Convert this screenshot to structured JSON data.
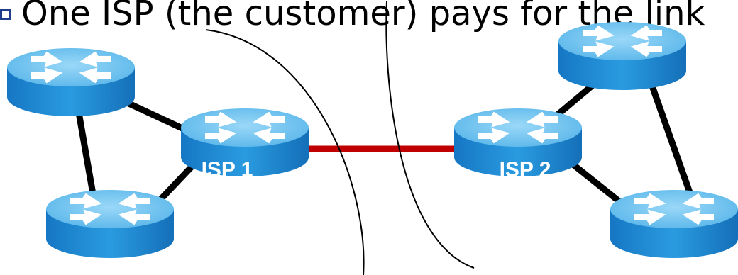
{
  "bullet": {
    "text": "One ISP (the customer) pays for the link",
    "icon": "square-bullet-icon"
  },
  "routers": [
    {
      "id": "r-left-top",
      "label": ""
    },
    {
      "id": "r-left-bottom",
      "label": ""
    },
    {
      "id": "r-isp1",
      "label": "ISP 1"
    },
    {
      "id": "r-isp2",
      "label": "ISP 2"
    },
    {
      "id": "r-right-top",
      "label": ""
    },
    {
      "id": "r-right-bottom",
      "label": ""
    }
  ],
  "colors": {
    "router_top": "#6fc3f0",
    "router_side": "#1e8ed6",
    "link": "#000000",
    "peering_link": "#c00000",
    "bullet": "#1f3d8c"
  },
  "icons": {
    "router": "router-icon",
    "arrows": "router-arrows-icon"
  }
}
